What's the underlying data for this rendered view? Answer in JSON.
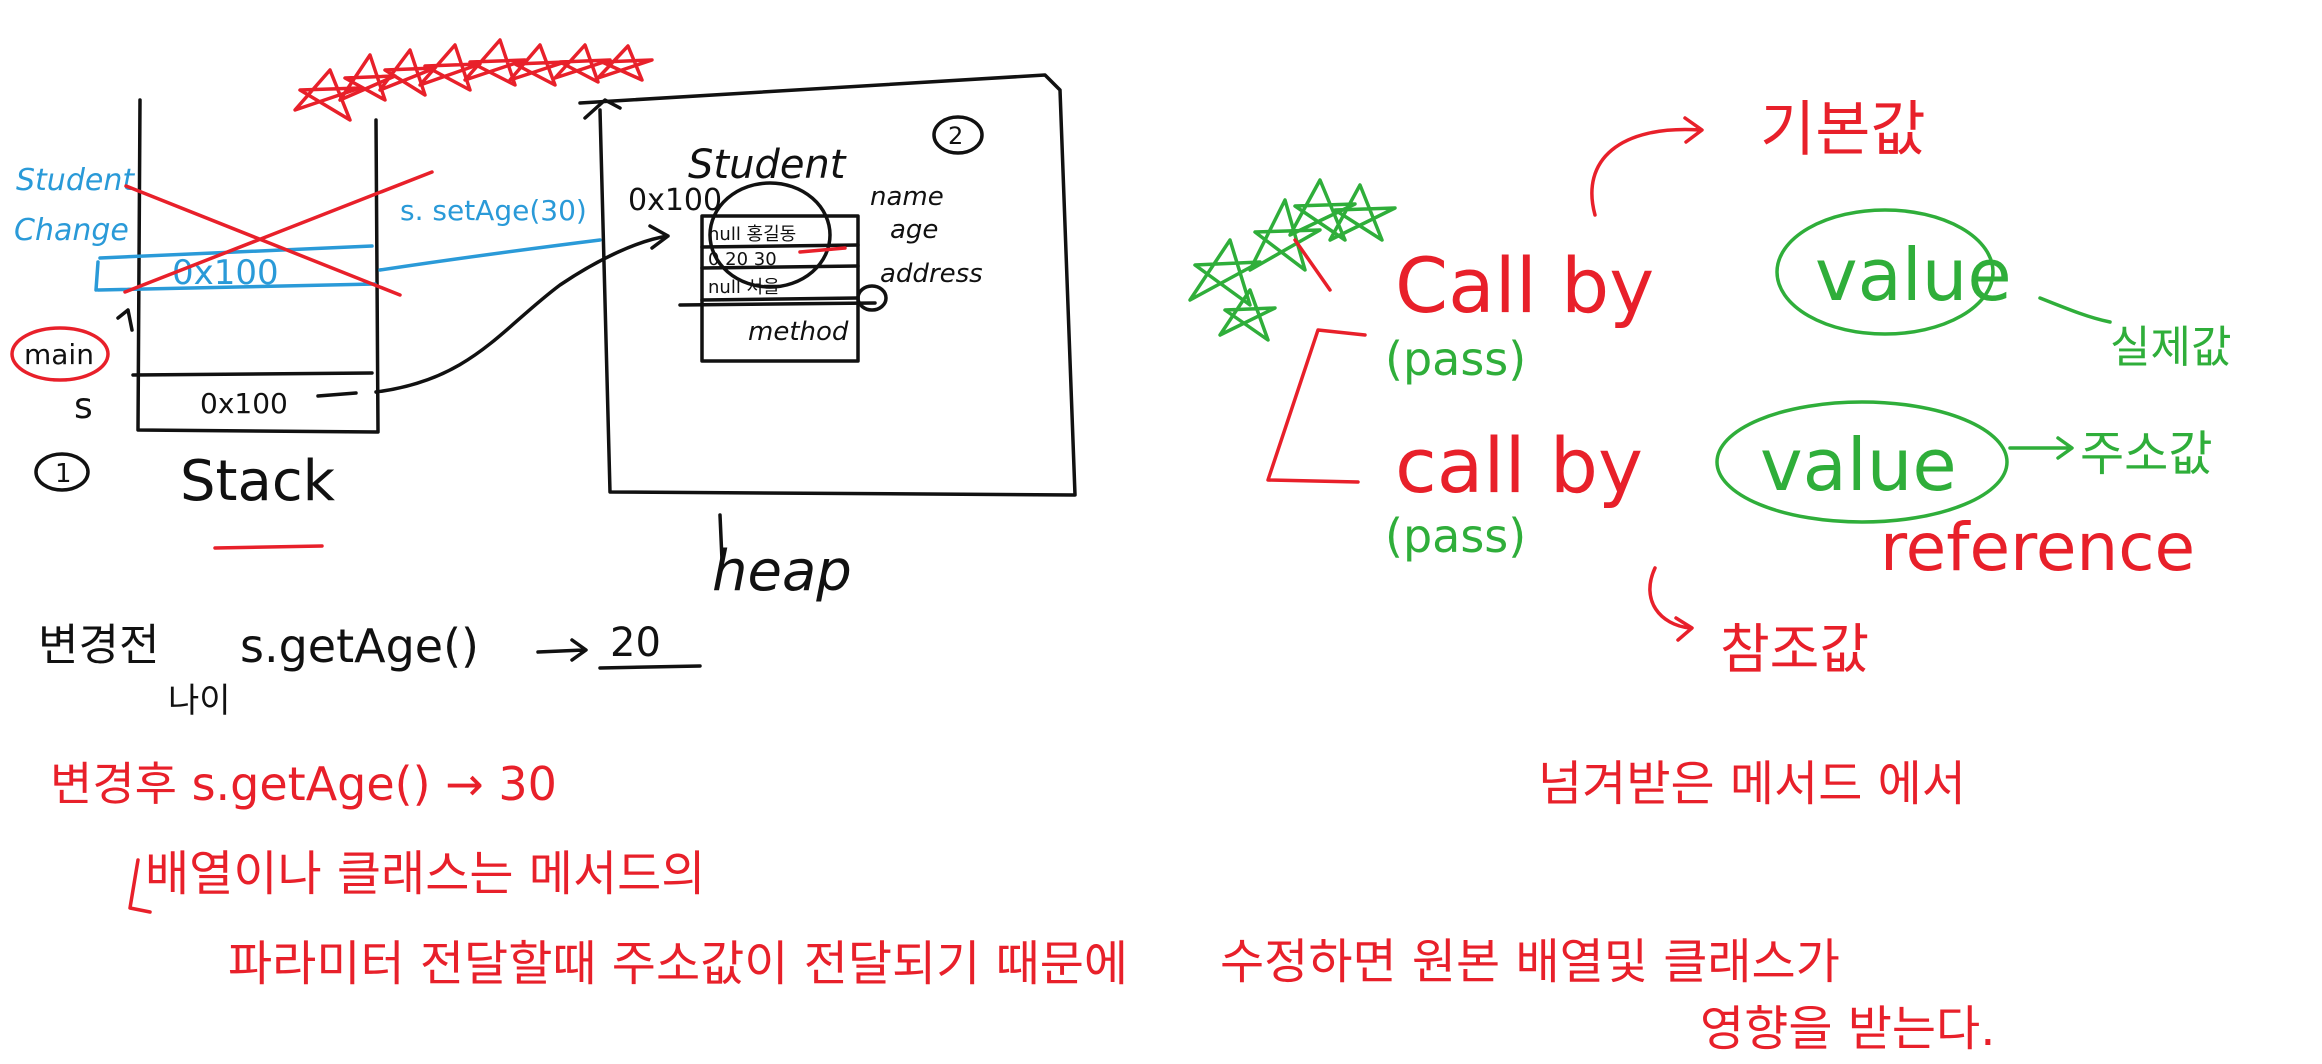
{
  "colors": {
    "ink": "#111111",
    "red": "#e8202a",
    "blue": "#2a9ad8",
    "green": "#2fae3a"
  },
  "stack": {
    "label": "Stack",
    "number": "1",
    "main_label": "main",
    "var_s": "s",
    "addr": "0x100",
    "crossed_student_label": "Student",
    "crossed_change_label": "Change",
    "crossed_addr": "0x100"
  },
  "arrow_label": "s. setAge(30)",
  "heap": {
    "label": "heap",
    "number": "2",
    "object_title": "Student",
    "addr": "0x100",
    "fields": [
      "name",
      "age",
      "address"
    ],
    "row1": "null 홍길동",
    "row2": "0 20 30",
    "row3": "null 서울",
    "method": "method"
  },
  "before": {
    "prefix": "변경전",
    "prefix_sub": "나이",
    "expr": "s.getAge()",
    "result": "20"
  },
  "after": {
    "line": "변경후 s.getAge() → 30"
  },
  "call_by": {
    "line1": "Call by",
    "value1": "value",
    "pass1": "(pass)",
    "line2": "call by",
    "value2": "value",
    "pass2": "(pass)",
    "reference": "reference",
    "note_basic": "기본값",
    "note_actual": "실제값",
    "note_address": "주소값",
    "note_ref": "참조값"
  },
  "explanation": {
    "line1": "배열이나 클래스는 메서드의",
    "line2": "파라미터 전달할때 주소값이 전달되기 때문에",
    "line3": "넘겨받은 메서드 에서",
    "line4": "수정하면 원본 배열및 클래스가",
    "line5": "영향을 받는다."
  }
}
